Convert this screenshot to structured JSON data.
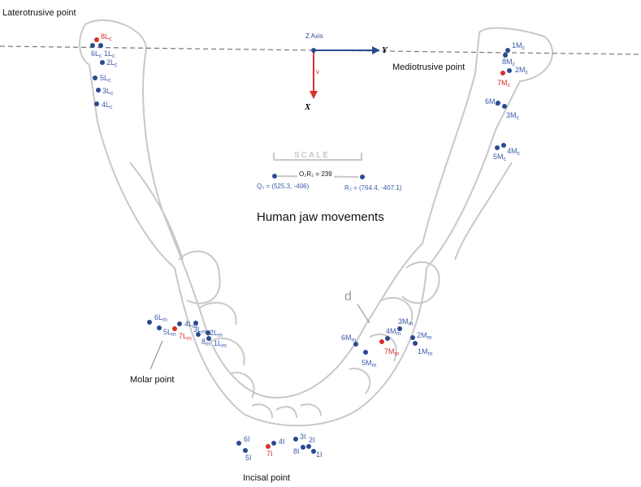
{
  "title": "Human jaw movements",
  "callouts": {
    "laterotrusive": "Laterotrusive point",
    "mediotrusive": "Mediotrusive point",
    "molar": "Molar point",
    "incisal": "Incisal point"
  },
  "axes": {
    "z": "Z Axis",
    "y": "Y",
    "x": "X",
    "v": "v"
  },
  "scale": {
    "label": "SCALE",
    "distance": "O₂R₂ = 239",
    "q": "Q₂ = (525.3, -406)",
    "r": "R₂ = (764.4, -407.1)"
  },
  "tooth_marker": "d",
  "colors": {
    "point": "#2a4a90",
    "highlight": "#d8312c",
    "axis": "#2a4a90"
  },
  "points": [
    {
      "id": "8Lc",
      "base": "8L",
      "sub": "c",
      "red": true
    },
    {
      "id": "6Lc",
      "base": "6L",
      "sub": "c"
    },
    {
      "id": "1Lc",
      "base": "1L",
      "sub": "c"
    },
    {
      "id": "2Lc",
      "base": "2L",
      "sub": "c"
    },
    {
      "id": "5Lc",
      "base": "5L",
      "sub": "c"
    },
    {
      "id": "3Lc",
      "base": "3L",
      "sub": "c"
    },
    {
      "id": "4Lc",
      "base": "4L",
      "sub": "c"
    },
    {
      "id": "1Mc",
      "base": "1M",
      "sub": "c"
    },
    {
      "id": "8Mc",
      "base": "8M",
      "sub": "c"
    },
    {
      "id": "2Mc",
      "base": "2M",
      "sub": "c"
    },
    {
      "id": "7Mc",
      "base": "7M",
      "sub": "c",
      "red": true
    },
    {
      "id": "6Mc",
      "base": "6M",
      "sub": "c"
    },
    {
      "id": "3Mc",
      "base": "3M",
      "sub": "c"
    },
    {
      "id": "5Mc",
      "base": "5M",
      "sub": "c"
    },
    {
      "id": "4Mc",
      "base": "4M",
      "sub": "c"
    },
    {
      "id": "6Lm",
      "base": "6L",
      "sub": "m"
    },
    {
      "id": "5Lm",
      "base": "5L",
      "sub": "m"
    },
    {
      "id": "7Lm",
      "base": "7L",
      "sub": "m",
      "red": true
    },
    {
      "id": "4Lm",
      "base": "4L",
      "sub": "m"
    },
    {
      "id": "3Lm",
      "base": "3L",
      "sub": "m"
    },
    {
      "id": "2Lm",
      "base": "2L",
      "sub": "m"
    },
    {
      "id": "8m",
      "base": "8",
      "sub": "m"
    },
    {
      "id": "1Lm",
      "base": "1L",
      "sub": "m"
    },
    {
      "id": "6Mm",
      "base": "6M",
      "sub": "m"
    },
    {
      "id": "5Mm",
      "base": "5M",
      "sub": "m"
    },
    {
      "id": "7Mm",
      "base": "7M",
      "sub": "m",
      "red": true
    },
    {
      "id": "4Mm",
      "base": "4M",
      "sub": "m"
    },
    {
      "id": "3Mm",
      "base": "3M",
      "sub": "m"
    },
    {
      "id": "2Mm",
      "base": "2M",
      "sub": "m"
    },
    {
      "id": "1Mm",
      "base": "1M",
      "sub": "m"
    },
    {
      "id": "6I",
      "base": "6I",
      "sub": ""
    },
    {
      "id": "5I",
      "base": "5I",
      "sub": ""
    },
    {
      "id": "7I",
      "base": "7I",
      "sub": "",
      "red": true
    },
    {
      "id": "4I",
      "base": "4I",
      "sub": ""
    },
    {
      "id": "3I",
      "base": "3I",
      "sub": ""
    },
    {
      "id": "8I",
      "base": "8I",
      "sub": ""
    },
    {
      "id": "2I",
      "base": "2I",
      "sub": ""
    },
    {
      "id": "1I",
      "base": "1I",
      "sub": ""
    }
  ]
}
